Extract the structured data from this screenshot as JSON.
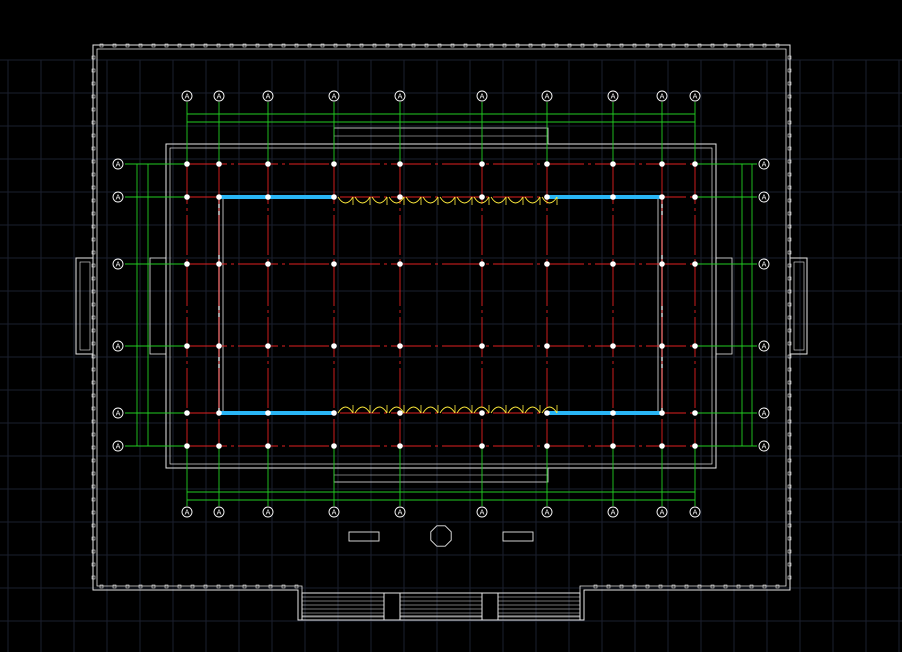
{
  "viewport": {
    "background": "#000000",
    "grid_color": "#1a1f2e"
  },
  "colors": {
    "axis_lines": "#e02020",
    "dimension_lines": "#22cc22",
    "walls": "#e6e6e6",
    "highlight_beams": "#29b6f6",
    "door_arcs": "#ffeb3b",
    "column_dots": "#ffffff",
    "bubble_stroke": "#ffffff"
  },
  "grid_axes": {
    "top_bubble_label": "A",
    "bottom_bubble_label": "A",
    "left_bubble_label": "A",
    "right_bubble_label": "A"
  },
  "icons": [
    "grid-bubble-icon",
    "column-dot-icon",
    "door-swing-icon",
    "octagon-fixture-icon"
  ]
}
